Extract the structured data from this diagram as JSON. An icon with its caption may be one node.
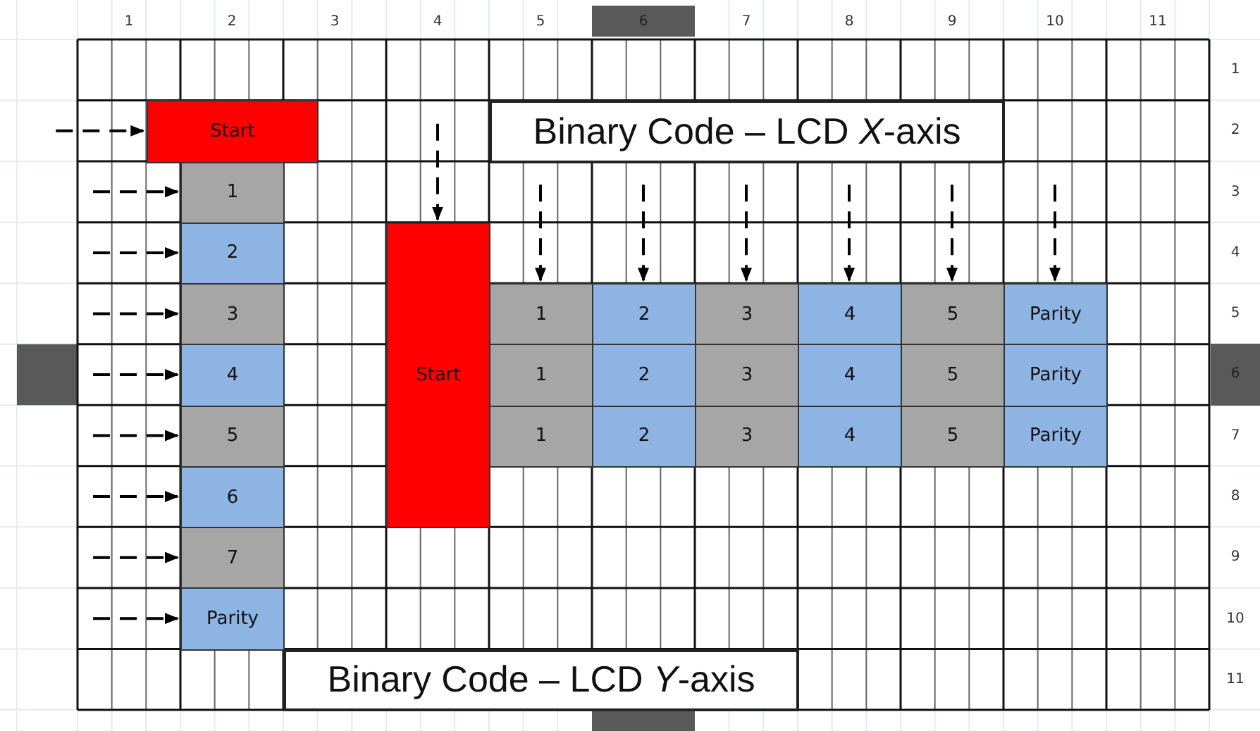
{
  "diagram": {
    "nodes": [
      {
        "text": [
          "Start"
        ]
      },
      {
        "text": [
          "Binary Code – LCD *X*-axis"
        ]
      },
      {
        "text": [
          "1"
        ]
      },
      {
        "text": [
          "2"
        ]
      },
      {
        "text": [
          "3"
        ]
      },
      {
        "text": [
          "4"
        ]
      },
      {
        "text": [
          "5"
        ]
      },
      {
        "text": [
          "6"
        ]
      },
      {
        "text": [
          "7"
        ]
      },
      {
        "text": [
          "Parity"
        ]
      },
      {
        "text": [
          "Start"
        ]
      },
      {
        "text": [
          "1"
        ]
      },
      {
        "text": [
          "2"
        ]
      },
      {
        "text": [
          "3"
        ]
      },
      {
        "text": [
          "4"
        ]
      },
      {
        "text": [
          "5"
        ]
      },
      {
        "text": [
          "Parity"
        ]
      },
      {
        "text": [
          "1"
        ]
      },
      {
        "text": [
          "2"
        ]
      },
      {
        "text": [
          "3"
        ]
      },
      {
        "text": [
          "4"
        ]
      },
      {
        "text": [
          "5"
        ]
      },
      {
        "text": [
          "Parity"
        ]
      },
      {
        "text": [
          "1"
        ]
      },
      {
        "text": [
          "2"
        ]
      },
      {
        "text": [
          "3"
        ]
      },
      {
        "text": [
          "4"
        ]
      },
      {
        "text": [
          "5"
        ]
      },
      {
        "text": [
          "Parity"
        ]
      },
      {
        "text": [
          "Binary Code – LCD *Y*-axis"
        ]
      }
    ],
    "edges": [
      {
        "from": null,
        "to": 0,
        "arrow": "to",
        "style": "dashed"
      },
      {
        "from": null,
        "to": 2,
        "arrow": "to",
        "style": "dashed"
      },
      {
        "from": null,
        "to": 3,
        "arrow": "to",
        "style": "dashed"
      },
      {
        "from": null,
        "to": 4,
        "arrow": "to",
        "style": "dashed"
      },
      {
        "from": null,
        "to": 5,
        "arrow": "to",
        "style": "dashed"
      },
      {
        "from": null,
        "to": 6,
        "arrow": "to",
        "style": "dashed"
      },
      {
        "from": null,
        "to": 7,
        "arrow": "to",
        "style": "dashed"
      },
      {
        "from": null,
        "to": 8,
        "arrow": "to",
        "style": "dashed"
      },
      {
        "from": null,
        "to": 9,
        "arrow": "to",
        "style": "dashed"
      },
      {
        "from": null,
        "to": 10,
        "arrow": "to",
        "style": "dashed"
      },
      {
        "from": null,
        "to": 11,
        "arrow": "to",
        "style": "dashed"
      },
      {
        "from": null,
        "to": 12,
        "arrow": "to",
        "style": "dashed"
      },
      {
        "from": null,
        "to": 13,
        "arrow": "to",
        "style": "dashed"
      },
      {
        "from": null,
        "to": 14,
        "arrow": "to",
        "style": "dashed"
      },
      {
        "from": null,
        "to": 15,
        "arrow": "to",
        "style": "dashed"
      },
      {
        "from": null,
        "to": 16,
        "arrow": "to",
        "style": "dashed"
      }
    ],
    "labels": [
      "1",
      "2",
      "3",
      "4",
      "5",
      "6",
      "7",
      "8",
      "9",
      "10",
      "11",
      "1",
      "2",
      "3",
      "4",
      "5",
      "6",
      "7",
      "8",
      "9",
      "10",
      "11"
    ]
  }
}
